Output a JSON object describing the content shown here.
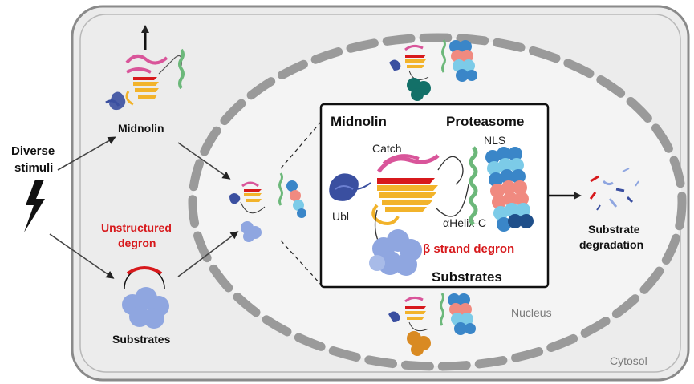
{
  "labels": {
    "diverse_stimuli_line1": "Diverse",
    "diverse_stimuli_line2": "stimuli",
    "midnolin_outside": "Midnolin",
    "unstructured_degron_line1": "Unstructured",
    "unstructured_degron_line2": "degron",
    "substrates_outside": "Substrates",
    "inset_midnolin": "Midnolin",
    "inset_proteasome": "Proteasome",
    "catch": "Catch",
    "nls": "NLS",
    "ubl": "Ubl",
    "alpha_helix_c": "αHelix-C",
    "beta_strand_degron": "β strand degron",
    "inset_substrates": "Substrates",
    "substrate_degradation_line1": "Substrate",
    "substrate_degradation_line2": "degradation",
    "nucleus": "Nucleus",
    "cytosol": "Cytosol"
  },
  "colors": {
    "cell_fill": "#e9e9e9",
    "cell_border": "#8a8a8a",
    "nucleus_dash": "#9a9a9a",
    "inset_fill": "#ffffff",
    "degron_red": "#d7191c",
    "strand_yellow": "#f2b32b",
    "catch_pink": "#d9559a",
    "ubl_blue": "#3a4fa0",
    "substrate_periwinkle": "#8fa6e0",
    "helix_green": "#6cb87a",
    "proteasome_blue": "#3a86c8",
    "proteasome_salmon": "#f08a80",
    "proteasome_cyan": "#7ccbe8",
    "substrate_teal": "#137068",
    "substrate_orange": "#d98a22"
  }
}
